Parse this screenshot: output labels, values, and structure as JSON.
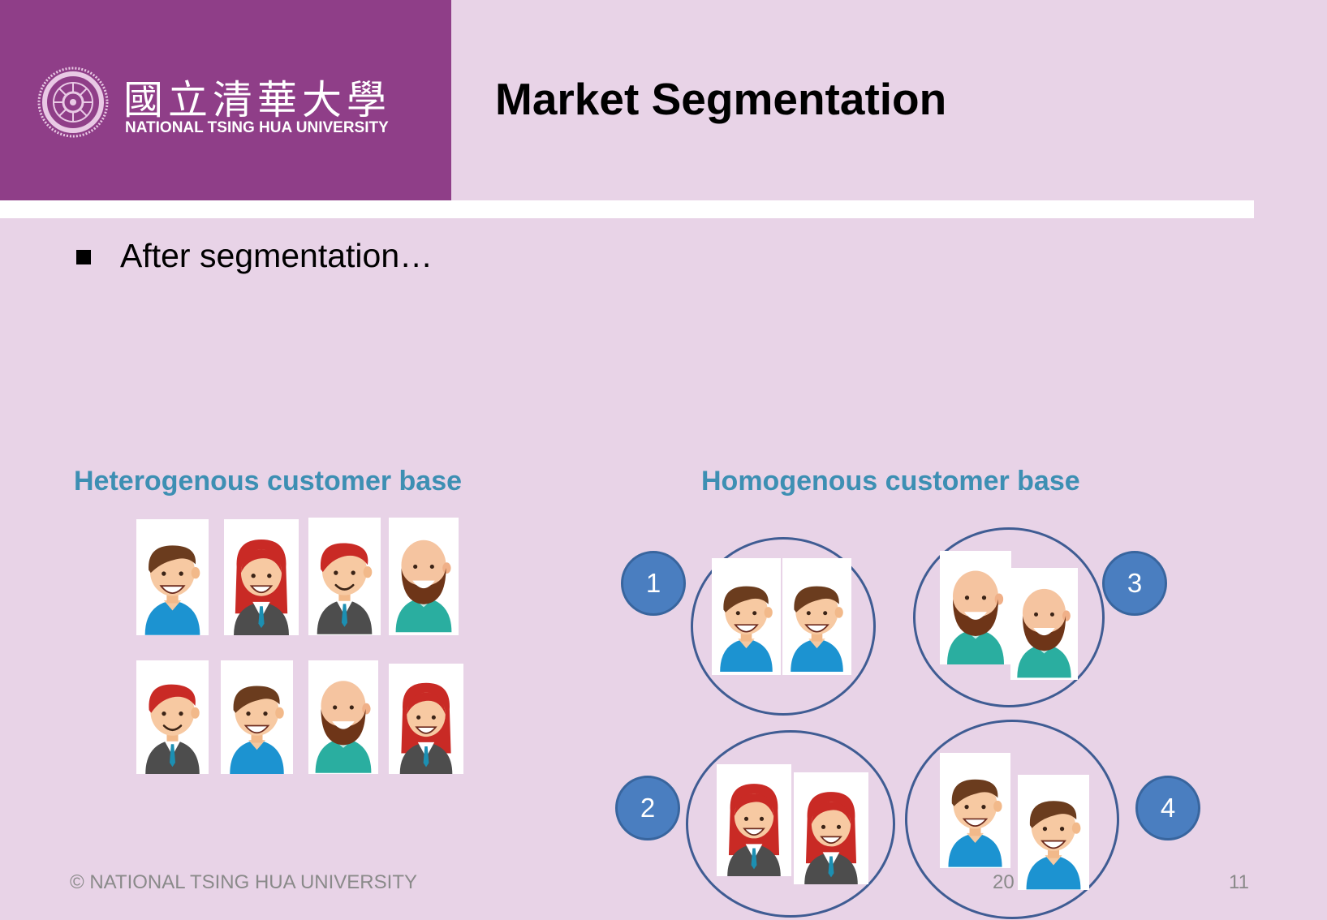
{
  "header": {
    "university_chinese": "國立清華大學",
    "university_english": "NATIONAL TSING HUA UNIVERSITY",
    "title": "Market Segmentation"
  },
  "body": {
    "bullet": "After segmentation…",
    "left_caption": "Heterogenous customer base",
    "right_caption": "Homogenous customer base",
    "segments": [
      {
        "label": "1",
        "type": "brown-hair-blue-shirt"
      },
      {
        "label": "2",
        "type": "red-hair-woman"
      },
      {
        "label": "3",
        "type": "bald-bearded-man"
      },
      {
        "label": "4",
        "type": "brown-hair-blue-shirt"
      }
    ]
  },
  "footer": {
    "copyright": "© NATIONAL TSING HUA UNIVERSITY",
    "mid_number": "20",
    "page_number": "11"
  },
  "colors": {
    "background": "#e8d3e7",
    "logo_block": "#8f3e88",
    "caption": "#3d8fb3",
    "badge": "#4a7ec0",
    "ring": "#3f5c93"
  }
}
